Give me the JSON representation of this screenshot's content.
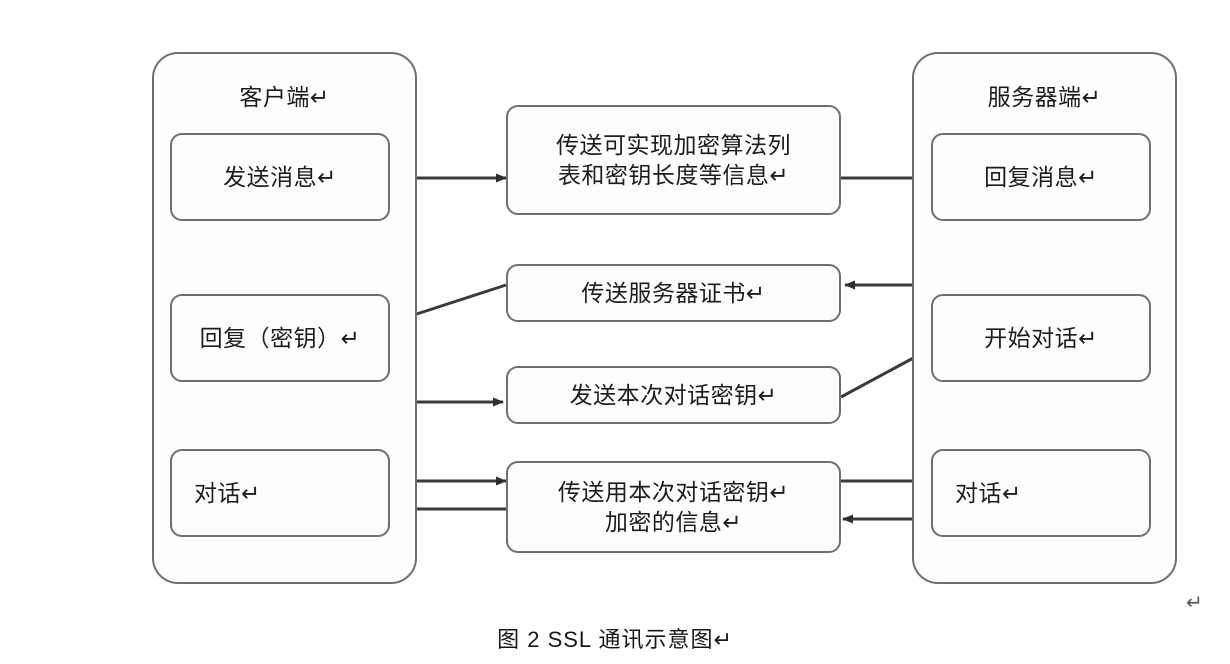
{
  "figure": {
    "caption": "图 2  SSL 通讯示意图↵",
    "stray_paragraph_mark": "↵"
  },
  "columns": {
    "client": {
      "title": "客户端↵",
      "boxes": [
        {
          "name": "send-message",
          "text": "发送消息↵"
        },
        {
          "name": "reply-key",
          "text": "回复（密钥）↵"
        },
        {
          "name": "dialogue-client",
          "text": "对话↵"
        }
      ]
    },
    "server": {
      "title": "服务器端↵",
      "boxes": [
        {
          "name": "reply-message",
          "text": "回复消息↵"
        },
        {
          "name": "start-dialogue",
          "text": "开始对话↵"
        },
        {
          "name": "dialogue-server",
          "text": "对话↵"
        }
      ]
    }
  },
  "messages": [
    {
      "name": "cipher-list-message",
      "text": "传送可实现加密算法列\n表和密钥长度等信息↵"
    },
    {
      "name": "server-certificate-message",
      "text": "传送服务器证书↵"
    },
    {
      "name": "session-key-message",
      "text": "发送本次对话密钥↵"
    },
    {
      "name": "encrypted-payload-message",
      "text": "传送用本次对话密钥↵\n加密的信息↵"
    }
  ],
  "colors": {
    "stroke": "#6f6f73",
    "connector": "#3a3a3a",
    "text": "#1c1c1c",
    "background": "#ffffff"
  }
}
